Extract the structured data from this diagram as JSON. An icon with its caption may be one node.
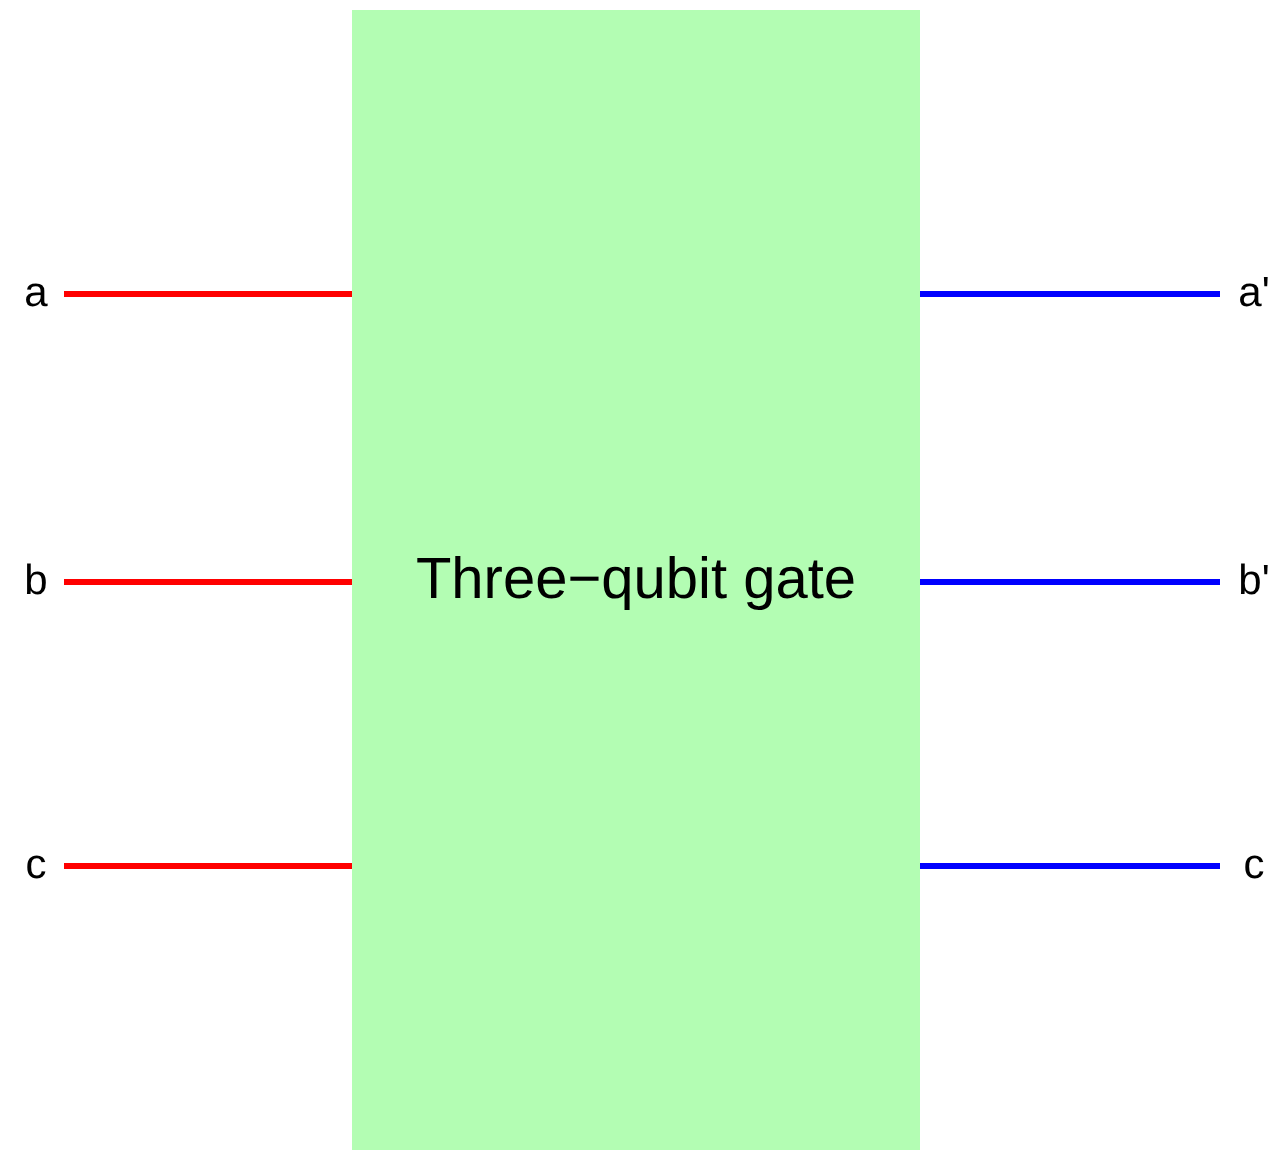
{
  "diagram": {
    "nodes": [
      {
        "text": [
          "Three−qubit gate"
        ]
      },
      {
        "text": [
          "a"
        ]
      },
      {
        "text": [
          "b"
        ]
      },
      {
        "text": [
          "c"
        ]
      },
      {
        "text": [
          "a'"
        ]
      },
      {
        "text": [
          "b'"
        ]
      },
      {
        "text": [
          "c"
        ]
      }
    ],
    "edges": [
      {
        "from": 1,
        "to": 0,
        "arrow": "none",
        "color": "#ff0000"
      },
      {
        "from": 2,
        "to": 0,
        "arrow": "none",
        "color": "#ff0000"
      },
      {
        "from": 3,
        "to": 0,
        "arrow": "none",
        "color": "#ff0000"
      },
      {
        "from": 0,
        "to": 4,
        "arrow": "none",
        "color": "#0000ff"
      },
      {
        "from": 0,
        "to": 5,
        "arrow": "none",
        "color": "#0000ff"
      },
      {
        "from": 0,
        "to": 6,
        "arrow": "none",
        "color": "#0000ff"
      }
    ]
  }
}
